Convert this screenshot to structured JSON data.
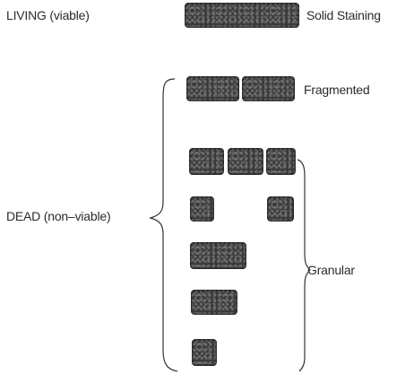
{
  "labels": {
    "living": "LIVING (viable)",
    "dead": "DEAD (non–viable)",
    "solid": "Solid Staining",
    "fragmented": "Fragmented",
    "granular": "Granular"
  },
  "colors": {
    "block": "#3a3a3a",
    "text": "#2b2b2b",
    "line": "#333333"
  }
}
